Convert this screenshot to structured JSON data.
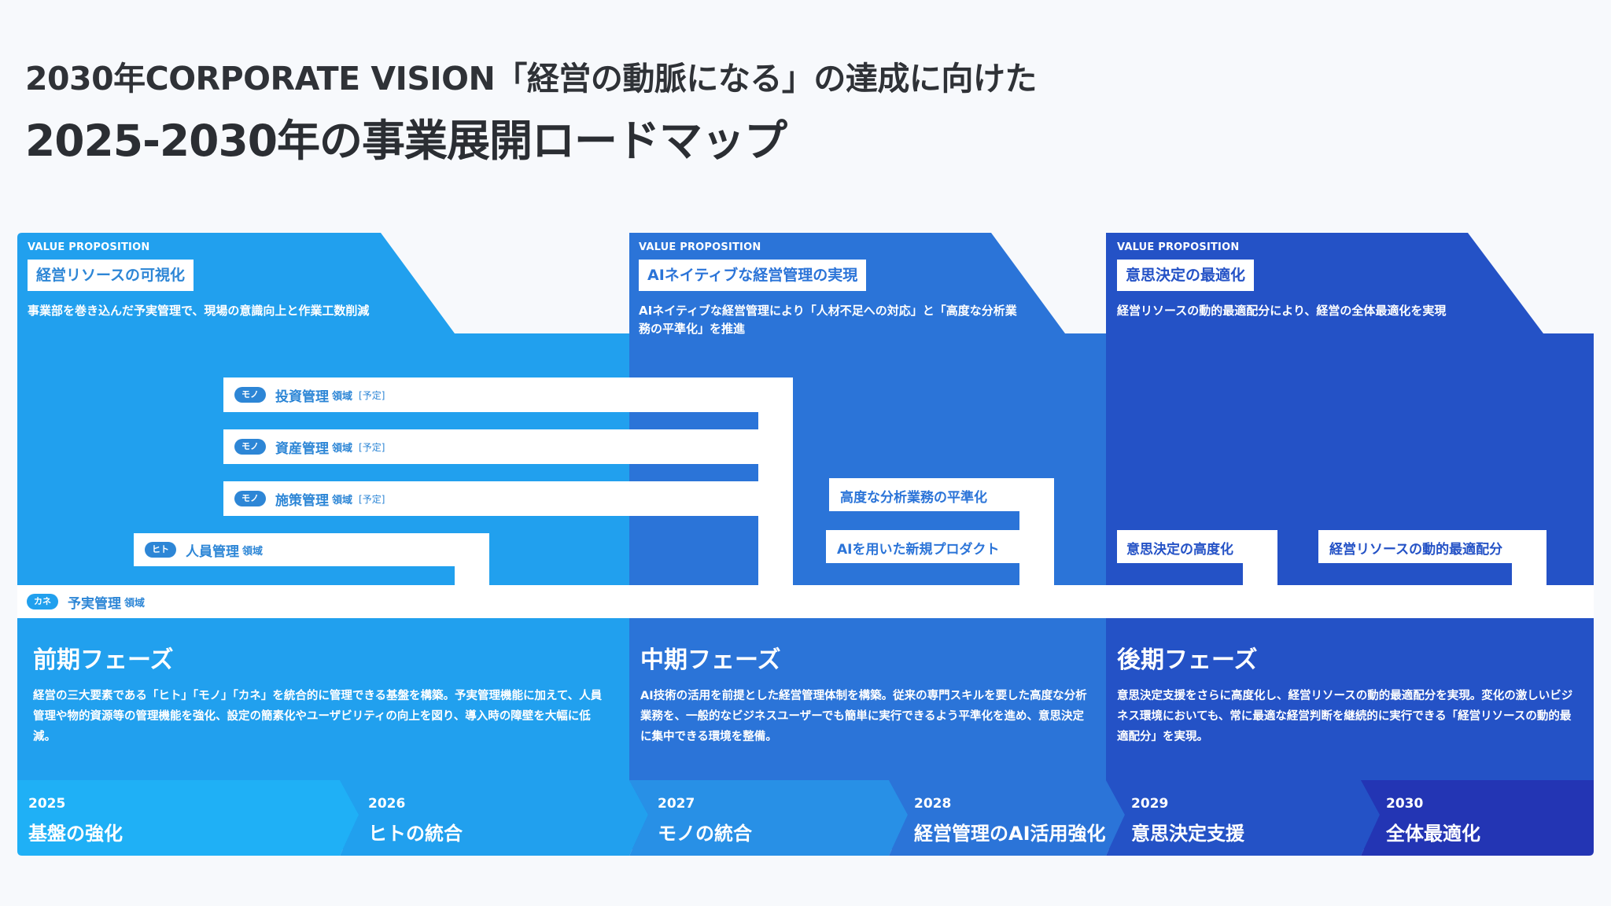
{
  "header": {
    "title_line1": "2030年CORPORATE VISION「経営の動脈になる」の達成に向けた",
    "title_line2": "2025-2030年の事業展開ロードマップ"
  },
  "colors": {
    "bg": "#f7f9fc",
    "phase1": "#21a0ee",
    "phase2": "#2b74d8",
    "phase3": "#2452c6",
    "text_blue": "#2d86d6"
  },
  "value_propositions": [
    {
      "label": "VALUE PROPOSITION",
      "title": "経営リソースの可視化",
      "desc": "事業部を巻き込んだ予実管理で、現場の意識向上と作業工数削減"
    },
    {
      "label": "VALUE PROPOSITION",
      "title": "AIネイティブな経営管理の実現",
      "desc": "AIネイティブな経営管理により「人材不足への対応」と「高度な分析業務の平準化」を推進"
    },
    {
      "label": "VALUE PROPOSITION",
      "title": "意思決定の最適化",
      "desc": "経営リソースの動的最適配分により、経営の全体最適化を実現"
    }
  ],
  "domains": [
    {
      "pill": "モノ",
      "name": "投資管理",
      "suffix": "領域",
      "tag": "[予定]"
    },
    {
      "pill": "モノ",
      "name": "資産管理",
      "suffix": "領域",
      "tag": "[予定]"
    },
    {
      "pill": "モノ",
      "name": "施策管理",
      "suffix": "領域",
      "tag": "[予定]"
    },
    {
      "pill": "ヒト",
      "name": "人員管理",
      "suffix": "領域",
      "tag": ""
    },
    {
      "pill": "カネ",
      "name": "予実管理",
      "suffix": "領域",
      "tag": ""
    }
  ],
  "phase2_items": [
    "高度な分析業務の平準化",
    "AIを用いた新規プロダクト"
  ],
  "phase3_items": [
    "意思決定の高度化",
    "経営リソースの動的最適配分"
  ],
  "phases": [
    {
      "title": "前期フェーズ",
      "desc": "経営の三大要素である「ヒト」「モノ」「カネ」を統合的に管理できる基盤を構築。予実管理機能に加えて、人員管理や物的資源等の管理機能を強化、設定の簡素化やユーザビリティの向上を図り、導入時の障壁を大幅に低減。"
    },
    {
      "title": "中期フェーズ",
      "desc": "AI技術の活用を前提とした経営管理体制を構築。従来の専門スキルを要した高度な分析業務を、一般的なビジネスユーザーでも簡単に実行できるよう平準化を進め、意思決定に集中できる環境を整備。"
    },
    {
      "title": "後期フェーズ",
      "desc": "意思決定支援をさらに高度化し、経営リソースの動的最適配分を実現。変化の激しいビジネス環境においても、常に最適な経営判断を継続的に実行できる「経営リソースの動的最適配分」を実現。"
    }
  ],
  "timeline": [
    {
      "year": "2025",
      "label": "基盤の強化"
    },
    {
      "year": "2026",
      "label": "ヒトの統合"
    },
    {
      "year": "2027",
      "label": "モノの統合"
    },
    {
      "year": "2028",
      "label": "経営管理のAI活用強化"
    },
    {
      "year": "2029",
      "label": "意思決定支援"
    },
    {
      "year": "2030",
      "label": "全体最適化"
    }
  ]
}
